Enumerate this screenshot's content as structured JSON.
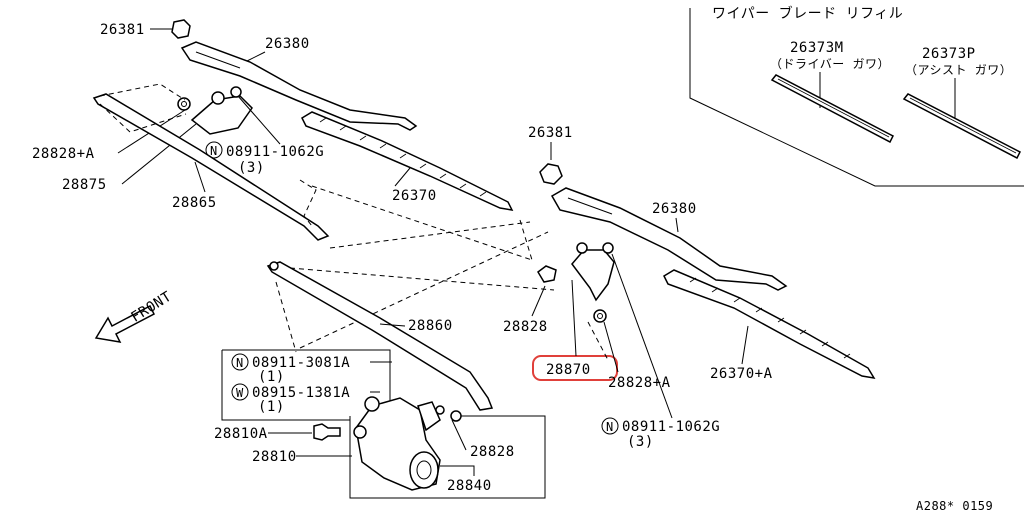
{
  "refill_section": {
    "title": "ワイパー ブレード リフィル",
    "driver": {
      "number": "26373M",
      "label": "（ドライバー ガワ）"
    },
    "assist": {
      "number": "26373P",
      "label": "（アシスト ガワ）"
    }
  },
  "callouts": {
    "nut_top": "26381",
    "arm_left": "26380",
    "pivot_a_left": "28828+A",
    "nut_n_left": "08911-1062G",
    "nut_n_left_qty": "(3)",
    "link_left": "28875",
    "rod_left": "28865",
    "blade_left": "26370",
    "nut_mid": "26381",
    "arm_right": "26380",
    "bushing_mid": "28828",
    "pivot_selected": "28870",
    "pivot_a_right": "28828+A",
    "blade_right": "26370+A",
    "nut_n_right": "08911-1062G",
    "nut_n_right_qty": "(3)",
    "rod_main": "28860",
    "nut_n_motor": "08911-3081A",
    "nut_n_motor_qty": "(1)",
    "washer_w_motor": "08915-1381A",
    "washer_w_motor_qty": "(1)",
    "bolt_motor": "28810A",
    "motor": "28810",
    "bushing_motor": "28828",
    "motor_assy": "28840"
  },
  "markers": {
    "n": "N",
    "w": "W"
  },
  "front_label": "FRONT",
  "diagram_code": "A288* 0159",
  "highlight_color": "#e0403a"
}
